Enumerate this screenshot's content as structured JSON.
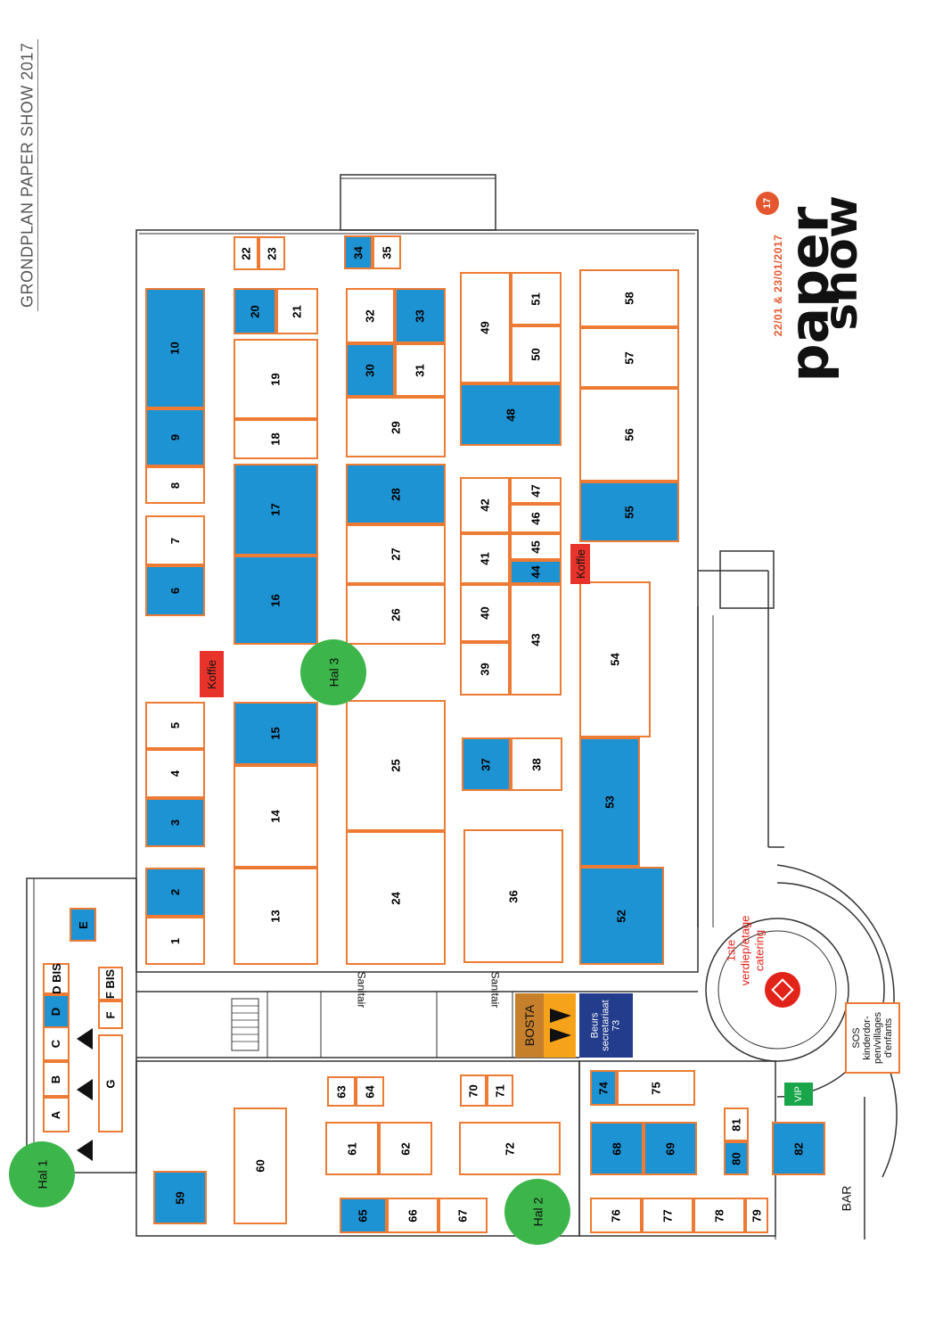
{
  "title": "GRONDPLAN PAPER SHOW 2017",
  "logo": {
    "word1": "paper",
    "word2": "show",
    "badge": "17",
    "dates": "22/01 & 23/01/2017"
  },
  "labels": {
    "sanitair1": "Sanitair",
    "sanitair2": "Sanitair",
    "catering": "1ste verdiep/etage\ncatering",
    "bar": "BAR",
    "koffie1": "Koffie",
    "koffie2": "Koffie",
    "bosta": "BOSTA",
    "beurs": "Beurs\nsecretariaat\n73",
    "vip": "VIP",
    "sos": "SOS\nkinderdor-\npen/villages\nd'enfants"
  },
  "halls": [
    {
      "id": "hal1",
      "label": "Hal 1"
    },
    {
      "id": "hal2",
      "label": "Hal 2"
    },
    {
      "id": "hal3",
      "label": "Hal 3"
    }
  ],
  "colors": {
    "booth_border": "#ee7b33",
    "booth_taken": "#1e93d3",
    "hall_marker": "#3cb54a",
    "koffie": "#e8332a",
    "beurs": "#243c8c",
    "vip": "#19a54a",
    "bosta": "#c67f2b"
  },
  "booths": [
    {
      "label": "1",
      "taken": false
    },
    {
      "label": "2",
      "taken": true
    },
    {
      "label": "3",
      "taken": true
    },
    {
      "label": "4",
      "taken": false
    },
    {
      "label": "5",
      "taken": false
    },
    {
      "label": "6",
      "taken": true
    },
    {
      "label": "7",
      "taken": false
    },
    {
      "label": "8",
      "taken": false
    },
    {
      "label": "9",
      "taken": true
    },
    {
      "label": "10",
      "taken": true
    },
    {
      "label": "13",
      "taken": false
    },
    {
      "label": "14",
      "taken": false
    },
    {
      "label": "15",
      "taken": true
    },
    {
      "label": "16",
      "taken": true
    },
    {
      "label": "17",
      "taken": true
    },
    {
      "label": "18",
      "taken": false
    },
    {
      "label": "19",
      "taken": false
    },
    {
      "label": "20",
      "taken": true
    },
    {
      "label": "21",
      "taken": false
    },
    {
      "label": "22",
      "taken": false
    },
    {
      "label": "23",
      "taken": false
    },
    {
      "label": "24",
      "taken": false
    },
    {
      "label": "25",
      "taken": false
    },
    {
      "label": "26",
      "taken": false
    },
    {
      "label": "27",
      "taken": false
    },
    {
      "label": "28",
      "taken": true
    },
    {
      "label": "29",
      "taken": false
    },
    {
      "label": "30",
      "taken": true
    },
    {
      "label": "31",
      "taken": false
    },
    {
      "label": "32",
      "taken": false
    },
    {
      "label": "33",
      "taken": true
    },
    {
      "label": "34",
      "taken": true
    },
    {
      "label": "35",
      "taken": false
    },
    {
      "label": "36",
      "taken": false
    },
    {
      "label": "37",
      "taken": true
    },
    {
      "label": "38",
      "taken": false
    },
    {
      "label": "39",
      "taken": false
    },
    {
      "label": "40",
      "taken": false
    },
    {
      "label": "41",
      "taken": false
    },
    {
      "label": "42",
      "taken": false
    },
    {
      "label": "43",
      "taken": false
    },
    {
      "label": "44",
      "taken": true
    },
    {
      "label": "45",
      "taken": false
    },
    {
      "label": "46",
      "taken": false
    },
    {
      "label": "47",
      "taken": false
    },
    {
      "label": "48",
      "taken": true
    },
    {
      "label": "49",
      "taken": false
    },
    {
      "label": "50",
      "taken": false
    },
    {
      "label": "51",
      "taken": false
    },
    {
      "label": "52",
      "taken": true
    },
    {
      "label": "53",
      "taken": true
    },
    {
      "label": "54",
      "taken": false
    },
    {
      "label": "55",
      "taken": true
    },
    {
      "label": "56",
      "taken": false
    },
    {
      "label": "57",
      "taken": false
    },
    {
      "label": "58",
      "taken": false
    },
    {
      "label": "59",
      "taken": true
    },
    {
      "label": "60",
      "taken": false
    },
    {
      "label": "61",
      "taken": false
    },
    {
      "label": "62",
      "taken": false
    },
    {
      "label": "63",
      "taken": false
    },
    {
      "label": "64",
      "taken": false
    },
    {
      "label": "65",
      "taken": true
    },
    {
      "label": "66",
      "taken": false
    },
    {
      "label": "67",
      "taken": false
    },
    {
      "label": "68",
      "taken": true
    },
    {
      "label": "69",
      "taken": true
    },
    {
      "label": "70",
      "taken": false
    },
    {
      "label": "71",
      "taken": false
    },
    {
      "label": "72",
      "taken": false
    },
    {
      "label": "74",
      "taken": true
    },
    {
      "label": "75",
      "taken": false
    },
    {
      "label": "76",
      "taken": false
    },
    {
      "label": "77",
      "taken": false
    },
    {
      "label": "78",
      "taken": false
    },
    {
      "label": "79",
      "taken": false
    },
    {
      "label": "80",
      "taken": true
    },
    {
      "label": "81",
      "taken": false
    },
    {
      "label": "82",
      "taken": true
    },
    {
      "label": "A",
      "taken": false
    },
    {
      "label": "B",
      "taken": false
    },
    {
      "label": "C",
      "taken": false
    },
    {
      "label": "D",
      "taken": true
    },
    {
      "label": "D BIS",
      "taken": false
    },
    {
      "label": "E",
      "taken": true
    },
    {
      "label": "F",
      "taken": false
    },
    {
      "label": "F BIS",
      "taken": false
    },
    {
      "label": "G",
      "taken": false
    }
  ]
}
